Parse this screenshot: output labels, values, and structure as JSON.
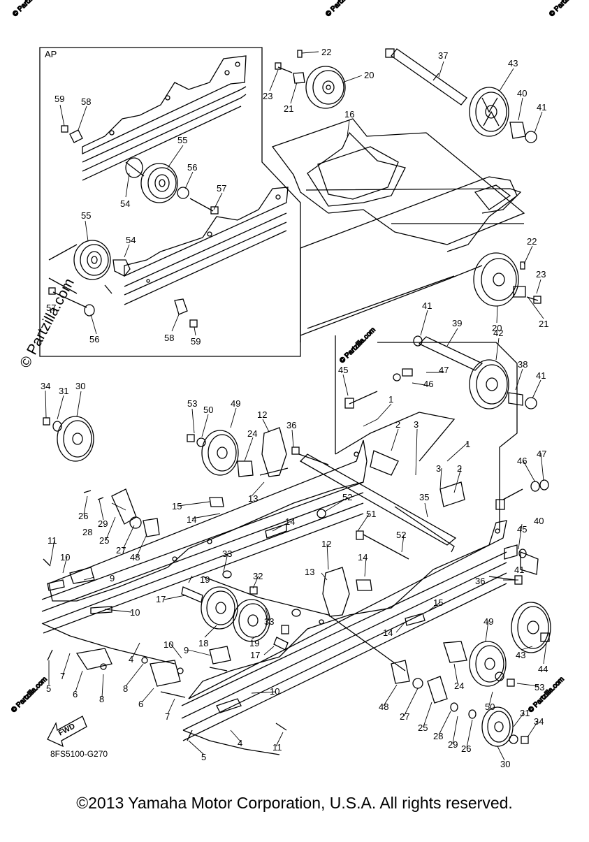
{
  "diagram": {
    "inset_label": "AP",
    "part_code": "8FS5100-G270",
    "fwd_label": "FWD",
    "watermark": "© Partzilla.com",
    "callouts": [
      {
        "id": "c1",
        "text": "22"
      },
      {
        "id": "c2",
        "text": "23"
      },
      {
        "id": "c3",
        "text": "21"
      },
      {
        "id": "c4",
        "text": "20"
      },
      {
        "id": "c5",
        "text": "37"
      },
      {
        "id": "c6",
        "text": "43"
      },
      {
        "id": "c7",
        "text": "40"
      },
      {
        "id": "c8",
        "text": "41"
      },
      {
        "id": "c9",
        "text": "16"
      },
      {
        "id": "c10",
        "text": "59"
      },
      {
        "id": "c11",
        "text": "58"
      },
      {
        "id": "c12",
        "text": "55"
      },
      {
        "id": "c13",
        "text": "56"
      },
      {
        "id": "c14",
        "text": "57"
      },
      {
        "id": "c15",
        "text": "54"
      },
      {
        "id": "c16",
        "text": "55"
      },
      {
        "id": "c17",
        "text": "54"
      },
      {
        "id": "c18",
        "text": "57"
      },
      {
        "id": "c19",
        "text": "56"
      },
      {
        "id": "c20",
        "text": "58"
      },
      {
        "id": "c21",
        "text": "59"
      },
      {
        "id": "c22",
        "text": "22"
      },
      {
        "id": "c23",
        "text": "23"
      },
      {
        "id": "c24",
        "text": "20"
      },
      {
        "id": "c25",
        "text": "21"
      },
      {
        "id": "c26",
        "text": "41"
      },
      {
        "id": "c27",
        "text": "39"
      },
      {
        "id": "c28",
        "text": "42"
      },
      {
        "id": "c29",
        "text": "38"
      },
      {
        "id": "c30",
        "text": "41"
      },
      {
        "id": "c31",
        "text": "45"
      },
      {
        "id": "c32",
        "text": "47"
      },
      {
        "id": "c33",
        "text": "46"
      },
      {
        "id": "c34",
        "text": "34"
      },
      {
        "id": "c35",
        "text": "31"
      },
      {
        "id": "c36",
        "text": "30"
      },
      {
        "id": "c37",
        "text": "53"
      },
      {
        "id": "c38",
        "text": "50"
      },
      {
        "id": "c39",
        "text": "49"
      },
      {
        "id": "c40",
        "text": "12"
      },
      {
        "id": "c41",
        "text": "36"
      },
      {
        "id": "c42",
        "text": "1"
      },
      {
        "id": "c43",
        "text": "2"
      },
      {
        "id": "c44",
        "text": "3"
      },
      {
        "id": "c45",
        "text": "24"
      },
      {
        "id": "c46",
        "text": "13"
      },
      {
        "id": "c47",
        "text": "15"
      },
      {
        "id": "c48",
        "text": "14"
      },
      {
        "id": "c49",
        "text": "1"
      },
      {
        "id": "c50",
        "text": "3"
      },
      {
        "id": "c51",
        "text": "2"
      },
      {
        "id": "c52",
        "text": "46"
      },
      {
        "id": "c53",
        "text": "47"
      },
      {
        "id": "c54",
        "text": "26"
      },
      {
        "id": "c55",
        "text": "29"
      },
      {
        "id": "c56",
        "text": "28"
      },
      {
        "id": "c57",
        "text": "25"
      },
      {
        "id": "c58",
        "text": "27"
      },
      {
        "id": "c59",
        "text": "48"
      },
      {
        "id": "c60",
        "text": "14"
      },
      {
        "id": "c61",
        "text": "52"
      },
      {
        "id": "c62",
        "text": "51"
      },
      {
        "id": "c63",
        "text": "35"
      },
      {
        "id": "c64",
        "text": "45"
      },
      {
        "id": "c65",
        "text": "40"
      },
      {
        "id": "c66",
        "text": "11"
      },
      {
        "id": "c67",
        "text": "10"
      },
      {
        "id": "c68",
        "text": "9"
      },
      {
        "id": "c69",
        "text": "33"
      },
      {
        "id": "c70",
        "text": "19"
      },
      {
        "id": "c71",
        "text": "17"
      },
      {
        "id": "c72",
        "text": "10"
      },
      {
        "id": "c73",
        "text": "32"
      },
      {
        "id": "c74",
        "text": "52"
      },
      {
        "id": "c75",
        "text": "41"
      },
      {
        "id": "c76",
        "text": "36"
      },
      {
        "id": "c77",
        "text": "12"
      },
      {
        "id": "c78",
        "text": "13"
      },
      {
        "id": "c79",
        "text": "14"
      },
      {
        "id": "c80",
        "text": "15"
      },
      {
        "id": "c81",
        "text": "14"
      },
      {
        "id": "c82",
        "text": "18"
      },
      {
        "id": "c83",
        "text": "33"
      },
      {
        "id": "c84",
        "text": "19"
      },
      {
        "id": "c85",
        "text": "17"
      },
      {
        "id": "c86",
        "text": "4"
      },
      {
        "id": "c87",
        "text": "10"
      },
      {
        "id": "c88",
        "text": "9"
      },
      {
        "id": "c89",
        "text": "49"
      },
      {
        "id": "c90",
        "text": "43"
      },
      {
        "id": "c91",
        "text": "44"
      },
      {
        "id": "c92",
        "text": "5"
      },
      {
        "id": "c93",
        "text": "7"
      },
      {
        "id": "c94",
        "text": "6"
      },
      {
        "id": "c95",
        "text": "8"
      },
      {
        "id": "c96",
        "text": "8"
      },
      {
        "id": "c97",
        "text": "6"
      },
      {
        "id": "c98",
        "text": "7"
      },
      {
        "id": "c99",
        "text": "10"
      },
      {
        "id": "c100",
        "text": "48"
      },
      {
        "id": "c101",
        "text": "27"
      },
      {
        "id": "c102",
        "text": "24"
      },
      {
        "id": "c103",
        "text": "50"
      },
      {
        "id": "c104",
        "text": "53"
      },
      {
        "id": "c105",
        "text": "25"
      },
      {
        "id": "c106",
        "text": "28"
      },
      {
        "id": "c107",
        "text": "29"
      },
      {
        "id": "c108",
        "text": "26"
      },
      {
        "id": "c109",
        "text": "31"
      },
      {
        "id": "c110",
        "text": "34"
      },
      {
        "id": "c111",
        "text": "30"
      },
      {
        "id": "c112",
        "text": "4"
      },
      {
        "id": "c113",
        "text": "5"
      },
      {
        "id": "c114",
        "text": "11"
      }
    ]
  },
  "footer": {
    "copyright": "©2013 Yamaha Motor Corporation, U.S.A. All rights reserved."
  }
}
